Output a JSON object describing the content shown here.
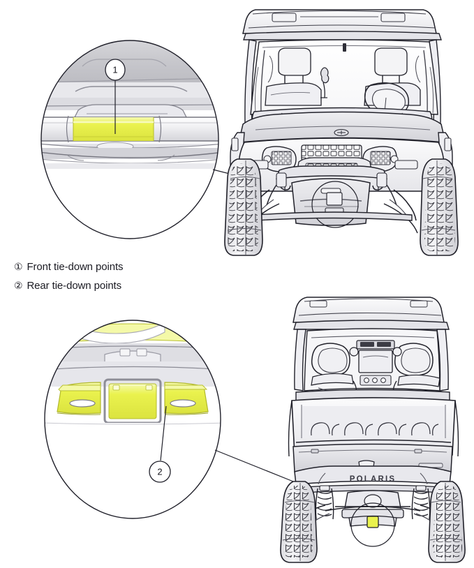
{
  "document": {
    "title": "Tie-down points illustration",
    "type": "technical-line-drawing"
  },
  "legend": {
    "items": [
      {
        "marker": "①",
        "label": "Front tie-down points"
      },
      {
        "marker": "②",
        "label": "Rear tie-down points"
      }
    ]
  },
  "callouts": [
    {
      "id": "callout-1",
      "number": "1",
      "view": "front",
      "description": "Magnified detail of front bumper tie-down point",
      "highlight_color": "#eaf24e"
    },
    {
      "id": "callout-2",
      "number": "2",
      "view": "rear",
      "description": "Magnified detail of rear frame tie-down brackets",
      "highlight_color": "#eaf24e"
    }
  ],
  "vehicle_views": [
    {
      "id": "front-view",
      "label": "Front view of utility vehicle",
      "badge_text": "",
      "features": [
        "roof",
        "windshield",
        "seats",
        "steering-wheel",
        "hood",
        "grille",
        "headlights",
        "front-bumper",
        "skid-plate",
        "front-tires",
        "a-arm-suspension"
      ]
    },
    {
      "id": "rear-view",
      "label": "Rear view of utility vehicle",
      "badge_text": "POLARIS",
      "features": [
        "roof",
        "cab-interior",
        "seats",
        "cargo-bed",
        "tailgate",
        "rear-bumper",
        "rear-tires",
        "coil-over-shocks",
        "hitch-receiver"
      ]
    }
  ],
  "colors": {
    "line": "#1f1f26",
    "line_light": "#6b6b75",
    "fill_light": "#f2f2f4",
    "fill_mid": "#dcdce0",
    "fill_dark": "#c3c3c9",
    "highlight_yellow": "#eaf24e",
    "highlight_yellow_soft": "#f2f79a",
    "white": "#ffffff",
    "text": "#1a1a22"
  }
}
